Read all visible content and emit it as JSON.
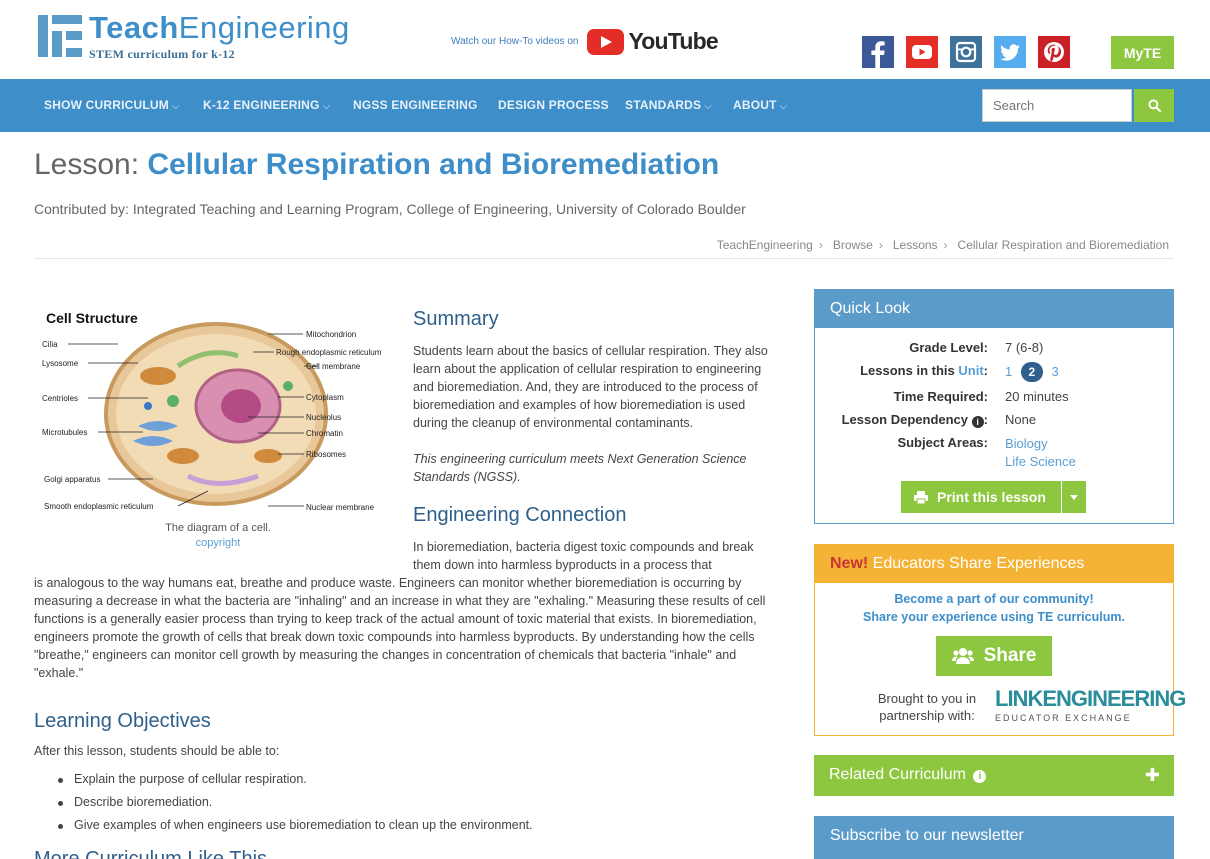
{
  "header": {
    "logo_title_1": "Teach",
    "logo_title_2": "Engineering",
    "logo_subtitle": "STEM curriculum for k-12",
    "yt_promo": "Watch our How-To videos on",
    "yt_word": "YouTube",
    "social_icons": [
      "facebook-icon",
      "youtube-icon",
      "instagram-icon",
      "twitter-icon",
      "pinterest-icon"
    ],
    "myte": "MyTE"
  },
  "nav": {
    "items": [
      {
        "label": "SHOW CURRICULUM",
        "dropdown": true
      },
      {
        "label": "K-12 ENGINEERING",
        "dropdown": true
      },
      {
        "label": "NGSS ENGINEERING",
        "dropdown": false
      },
      {
        "label": "DESIGN PROCESS",
        "dropdown": false
      },
      {
        "label": "STANDARDS",
        "dropdown": true
      },
      {
        "label": "ABOUT",
        "dropdown": true
      }
    ],
    "search_placeholder": "Search"
  },
  "page": {
    "prefix": "Lesson:",
    "title": "Cellular Respiration and Bioremediation",
    "contributed": "Contributed by: Integrated Teaching and Learning Program, College of Engineering, University of Colorado Boulder",
    "breadcrumb": [
      "TeachEngineering",
      "Browse",
      "Lessons",
      "Cellular Respiration and Bioremediation"
    ]
  },
  "figure": {
    "title": "Cell Structure",
    "labels_left": [
      "Cilia",
      "Lysosome",
      "Centrioles",
      "Microtubules",
      "Golgi apparatus",
      "Smooth endoplasmic reticulum"
    ],
    "labels_right": [
      "Mitochondrion",
      "Rough endoplasmic reticulum",
      "Cell membrane",
      "Cytoplasm",
      "Nucleolus",
      "Chromatin",
      "Ribosomes",
      "Nuclear membrane"
    ],
    "caption": "The diagram of a cell.",
    "copyright": "copyright"
  },
  "summary": {
    "heading": "Summary",
    "text": "Students learn about the basics of cellular respiration. They also learn about the application of cellular respiration to engineering and bioremediation. And, they are introduced to the process of bioremediation and examples of how bioremediation is used during the cleanup of environmental contaminants.",
    "ngss": "This engineering curriculum meets Next Generation Science Standards (NGSS)."
  },
  "engineering": {
    "heading": "Engineering Connection",
    "text_1": "In bioremediation, bacteria digest toxic compounds and break them down into harmless byproducts in a process that",
    "text_2": "is analogous to the way humans eat, breathe and produce waste. Engineers can monitor whether bioremediation is occurring by measuring a decrease in what the bacteria are \"inhaling\" and an increase in what they are \"exhaling.\" Measuring these results of cell functions is a generally easier process than trying to keep track of the actual amount of toxic material that exists. In bioremediation, engineers promote the growth of cells that break down toxic compounds into harmless byproducts. By understanding how the cells \"breathe,\" engineers can monitor cell growth by measuring the changes in concentration of chemicals that bacteria \"inhale\" and \"exhale.\""
  },
  "objectives": {
    "heading": "Learning Objectives",
    "intro": "After this lesson, students should be able to:",
    "items": [
      "Explain the purpose of cellular respiration.",
      "Describe bioremediation.",
      "Give examples of when engineers use bioremediation to clean up the environment."
    ],
    "next_heading": "More Curriculum Like This"
  },
  "quicklook": {
    "heading": "Quick Look",
    "grade_label": "Grade Level:",
    "grade_value": "7 (6-8)",
    "lessons_label_1": "Lessons in this",
    "lessons_label_link": "Unit",
    "lessons_label_colon": ":",
    "lessons": [
      "1",
      "2",
      "3"
    ],
    "time_label": "Time Required:",
    "time_value": "20 minutes",
    "dependency_label": "Lesson Dependency",
    "dependency_colon": ":",
    "dependency_value": "None",
    "subject_label": "Subject Areas:",
    "subjects": [
      "Biology",
      "Life Science"
    ],
    "print_label": "Print this lesson"
  },
  "educators": {
    "new": "New!",
    "heading": "Educators Share Experiences",
    "line1": "Become a part of our community!",
    "line2": "Share your experience using TE curriculum.",
    "share": "Share",
    "brought": "Brought to you in partnership with:",
    "partner_main": "LINKENGINEERING",
    "partner_sub": "EDUCATOR EXCHANGE"
  },
  "related": {
    "label": "Related Curriculum"
  },
  "newsletter": {
    "label": "Subscribe to our newsletter"
  },
  "colors": {
    "brand_blue": "#3d8ec9",
    "accent_green": "#8dc63f",
    "orange": "#f5b335"
  }
}
